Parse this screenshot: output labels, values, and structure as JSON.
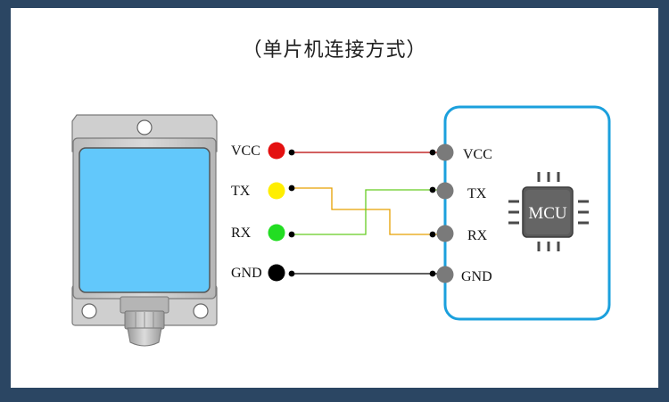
{
  "title": "（单片机连接方式）",
  "sensor_pins": [
    {
      "label": "VCC",
      "color": "#e41010"
    },
    {
      "label": "TX",
      "color": "#ffee00"
    },
    {
      "label": "RX",
      "color": "#22dd22"
    },
    {
      "label": "GND",
      "color": "#000000"
    }
  ],
  "mcu_pins": [
    "VCC",
    "TX",
    "RX",
    "GND"
  ],
  "mcu_label": "MCU",
  "colors": {
    "background": "#2b4663",
    "mcu_border": "#1ba0dd",
    "sensor_screen": "#62c8fb",
    "wire_vcc": "#b60000",
    "wire_tx": "#e6a000",
    "wire_rx": "#66cc22",
    "wire_gnd": "#000000"
  }
}
